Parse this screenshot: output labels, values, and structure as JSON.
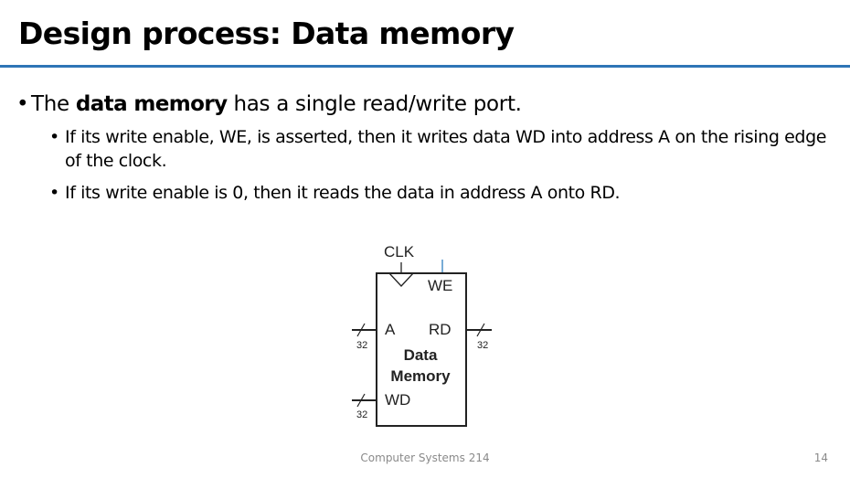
{
  "slide": {
    "title": "Design process: Data memory",
    "bullets": {
      "main": {
        "prefix": "The ",
        "emphasis": "data memory",
        "suffix": " has a single read/write port."
      },
      "sub1": "If its write enable, WE, is asserted, then it writes data WD into address A on the rising edge of the clock.",
      "sub2": "If its write enable is 0, then it reads the data in address A onto RD."
    },
    "bullet_glyph": "•"
  },
  "diagram": {
    "clk": "CLK",
    "we": "WE",
    "a": "A",
    "rd": "RD",
    "wd": "WD",
    "name_line1": "Data",
    "name_line2": "Memory",
    "width_a": "32",
    "width_rd": "32",
    "width_wd": "32",
    "we_wire_color": "#4a90c8"
  },
  "footer": {
    "course": "Computer Systems 214",
    "page_number": "14"
  }
}
